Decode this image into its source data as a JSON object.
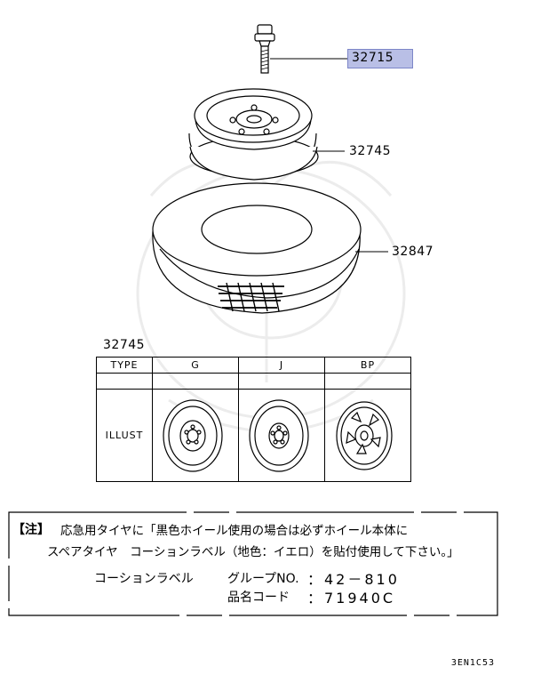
{
  "parts": {
    "bolt": "32715",
    "wheel": "32745",
    "tire": "32847"
  },
  "table": {
    "title": "32745",
    "header": [
      "TYPE",
      "G",
      "J",
      "BP"
    ],
    "row_label": "ILLUST"
  },
  "note": {
    "line1_tag": "【注】",
    "line1": "応急用タイヤに「黒色ホイール使用の場合は必ずホイール本体に",
    "line2": "スペアタイヤ　コーションラベル（地色：イエロ）を貼付使用して下さい。」",
    "label_name": "コーションラベル",
    "group_key": "グループNO.",
    "group_val": "：42－810",
    "code_key": "品名コード",
    "code_val": "：71940C"
  },
  "diagram_code": "3EN1C53",
  "colors": {
    "highlight": "#b9bfe6"
  }
}
